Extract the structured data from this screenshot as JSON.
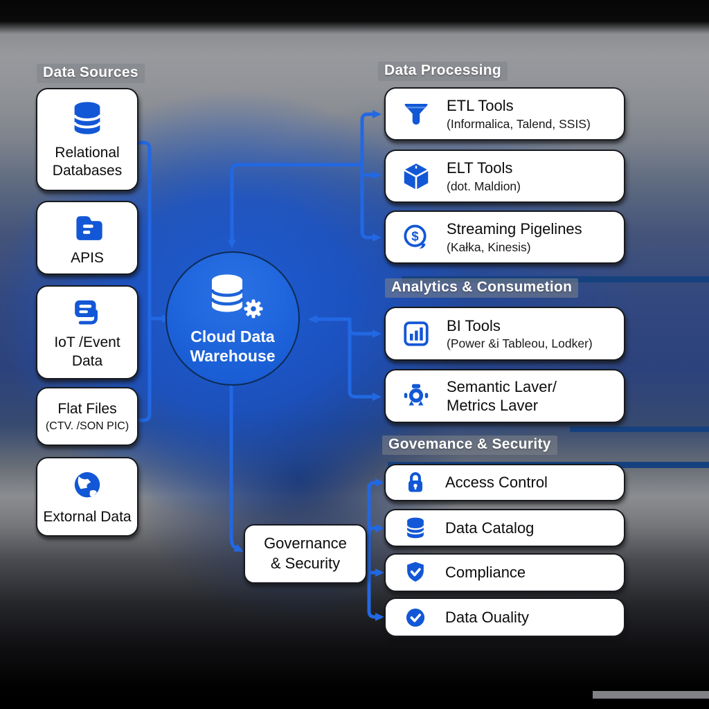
{
  "colors": {
    "arrow_blue": "#2268e3",
    "icon_blue": "#1257d6",
    "circle_blue": "#1e63d8",
    "navy_streak": "#16417f",
    "box_bg": "#ffffff"
  },
  "headers": {
    "sources": "Data Sources",
    "processing": "Data Processing",
    "analytics": "Analytics & Consumetion",
    "governance": "Govemance & Security"
  },
  "center": {
    "label": "Cloud Data\nWarehouse",
    "icon": "database-gear-icon"
  },
  "governance_hub": {
    "label": "Governance\n& Security"
  },
  "sources": {
    "items": [
      {
        "label": "Relational\nDatabases",
        "icon": "database-icon"
      },
      {
        "label": "APIS",
        "icon": "folder-icon"
      },
      {
        "label": "IoT /Event\nData",
        "icon": "iot-device-icon"
      },
      {
        "label": "Flat Files",
        "sublabel": "(CTV. /SON PIC)"
      },
      {
        "label": "Extornal Data",
        "icon": "globe-icon"
      }
    ]
  },
  "processing": {
    "items": [
      {
        "title": "ETL Tools",
        "subtitle": "(Informalica, Talend, SSIS)",
        "icon": "funnel-icon"
      },
      {
        "title": "ELT  Tools",
        "subtitle": "(dot. Maldion)",
        "icon": "cube-icon"
      },
      {
        "title": "Streaming Pigelines",
        "subtitle": "(Kałka, Kinesis)",
        "icon": "streaming-chat-icon"
      }
    ]
  },
  "analytics": {
    "items": [
      {
        "title": "BI Tools",
        "subtitle": "(Power &i Tableou, Lodker)",
        "icon": "bar-chart-icon"
      },
      {
        "title": "Semantic Laver/\nMetrics Laver",
        "icon": "semantic-layer-icon"
      }
    ]
  },
  "governance": {
    "items": [
      {
        "title": "Access Control",
        "icon": "lock-icon"
      },
      {
        "title": "Data Catalog",
        "icon": "database-icon"
      },
      {
        "title": "Compliance",
        "icon": "shield-check-icon"
      },
      {
        "title": "Data Ouality",
        "icon": "check-circle-icon"
      }
    ]
  }
}
